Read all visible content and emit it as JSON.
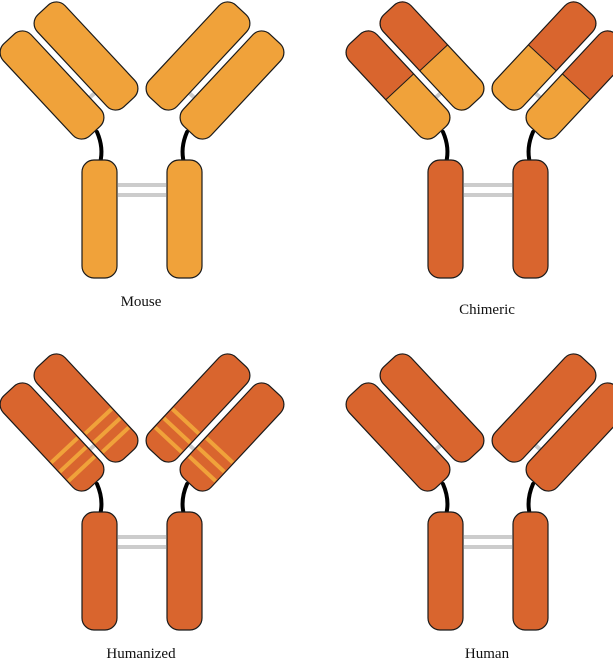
{
  "colors": {
    "mouse": "#f0a23a",
    "human": "#d9652e",
    "outline": "#1a1a1a",
    "hinge": "#000000",
    "disulfide": "#cccccc"
  },
  "panels": [
    {
      "id": "mouse",
      "label": "Mouse",
      "variant": "mouse"
    },
    {
      "id": "chimeric",
      "label": "Chimeric",
      "variant": "chimeric"
    },
    {
      "id": "humanized",
      "label": "Humanized",
      "variant": "humanized"
    },
    {
      "id": "human",
      "label": "Human",
      "variant": "human"
    }
  ]
}
